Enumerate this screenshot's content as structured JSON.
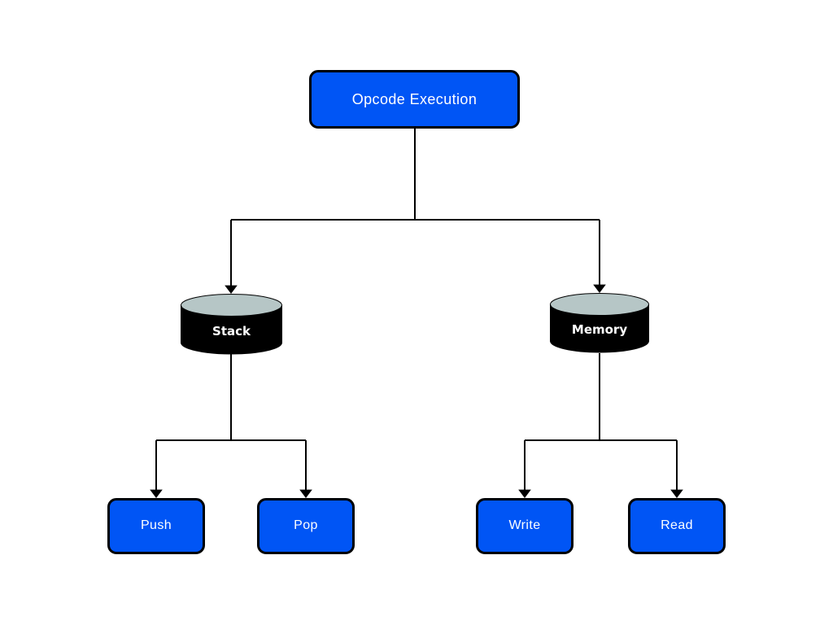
{
  "diagram": {
    "title": "Opcode Execution",
    "background_color": "#ffffff",
    "nodes": {
      "root": {
        "label": "Opcode Execution",
        "shape": "rounded-rect",
        "fill": "#0055f5",
        "stroke": "#000000",
        "text_color": "#ffffff"
      },
      "stack": {
        "label": "Stack",
        "shape": "cylinder",
        "fill": "#000000",
        "top_fill": "#b6c6c6",
        "text_color": "#ffffff"
      },
      "memory": {
        "label": "Memory",
        "shape": "cylinder",
        "fill": "#000000",
        "top_fill": "#b6c6c6",
        "text_color": "#ffffff"
      },
      "push": {
        "label": "Push",
        "shape": "rounded-rect",
        "fill": "#0055f5",
        "stroke": "#000000",
        "text_color": "#ffffff"
      },
      "pop": {
        "label": "Pop",
        "shape": "rounded-rect",
        "fill": "#0055f5",
        "stroke": "#000000",
        "text_color": "#ffffff"
      },
      "write": {
        "label": "Write",
        "shape": "rounded-rect",
        "fill": "#0055f5",
        "stroke": "#000000",
        "text_color": "#ffffff"
      },
      "read": {
        "label": "Read",
        "shape": "rounded-rect",
        "fill": "#0055f5",
        "stroke": "#000000",
        "text_color": "#ffffff"
      }
    },
    "edges": [
      {
        "from": "root",
        "to": "stack",
        "style": "orthogonal",
        "arrow": "triangle"
      },
      {
        "from": "root",
        "to": "memory",
        "style": "orthogonal",
        "arrow": "triangle"
      },
      {
        "from": "stack",
        "to": "push",
        "style": "orthogonal",
        "arrow": "triangle"
      },
      {
        "from": "stack",
        "to": "pop",
        "style": "orthogonal",
        "arrow": "triangle"
      },
      {
        "from": "memory",
        "to": "write",
        "style": "orthogonal",
        "arrow": "triangle"
      },
      {
        "from": "memory",
        "to": "read",
        "style": "orthogonal",
        "arrow": "triangle"
      }
    ],
    "edge_color": "#000000"
  }
}
